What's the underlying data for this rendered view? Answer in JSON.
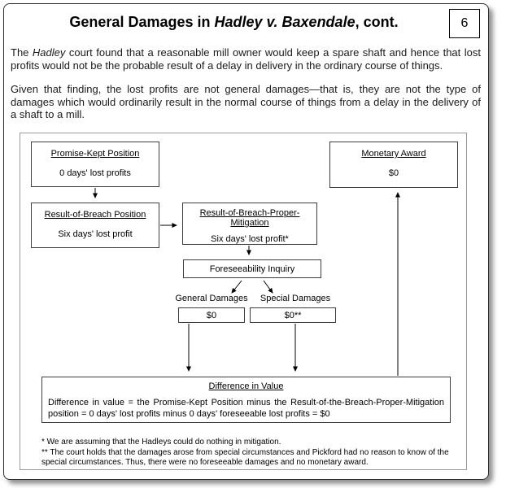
{
  "slide": {
    "title": {
      "prefix": "General Damages in ",
      "case_name": "Hadley v. Baxendale",
      "suffix": ", cont."
    },
    "page_number": "6",
    "intro": {
      "p1_prefix": "The ",
      "p1_case": "Hadley",
      "p1_rest": " court found that a reasonable mill owner would keep a spare shaft and hence that lost profits would not be the probable result of a delay in delivery in the ordinary course of things.",
      "p2": "Given that finding, the lost profits are not general damages—that is, they are not the type of damages which would ordinarily result in the normal course of things from a delay in the delivery of a shaft to a mill."
    }
  },
  "diagram": {
    "promise_kept": {
      "title": "Promise-Kept Position",
      "value": "0 days' lost profits"
    },
    "result_of_breach": {
      "title": "Result-of-Breach Position",
      "value": "Six days' lost profit"
    },
    "proper_mitigation": {
      "title": "Result-of-Breach-Proper-Mitigation",
      "value": "Six days' lost profit*"
    },
    "foreseeability": {
      "title": "Foreseeability Inquiry"
    },
    "general_damages": {
      "label": "General Damages",
      "value": "$0"
    },
    "special_damages": {
      "label": "Special Damages",
      "value": "$0**"
    },
    "monetary_award": {
      "title": "Monetary Award",
      "value": "$0"
    },
    "difference_in_value": {
      "title": "Difference in Value",
      "body": "Difference in value = the Promise-Kept Position minus the Result-of-the-Breach-Proper-Mitigation position = 0 days' lost profits minus 0 days' foreseeable lost profits = $0"
    },
    "footnotes": [
      "* We are assuming that the Hadleys could do nothing in mitigation.",
      "** The court holds that the damages arose from special circumstances and Pickford had no reason to know of the special circumstances. Thus, there were no foreseeable damages and no monetary award."
    ]
  }
}
